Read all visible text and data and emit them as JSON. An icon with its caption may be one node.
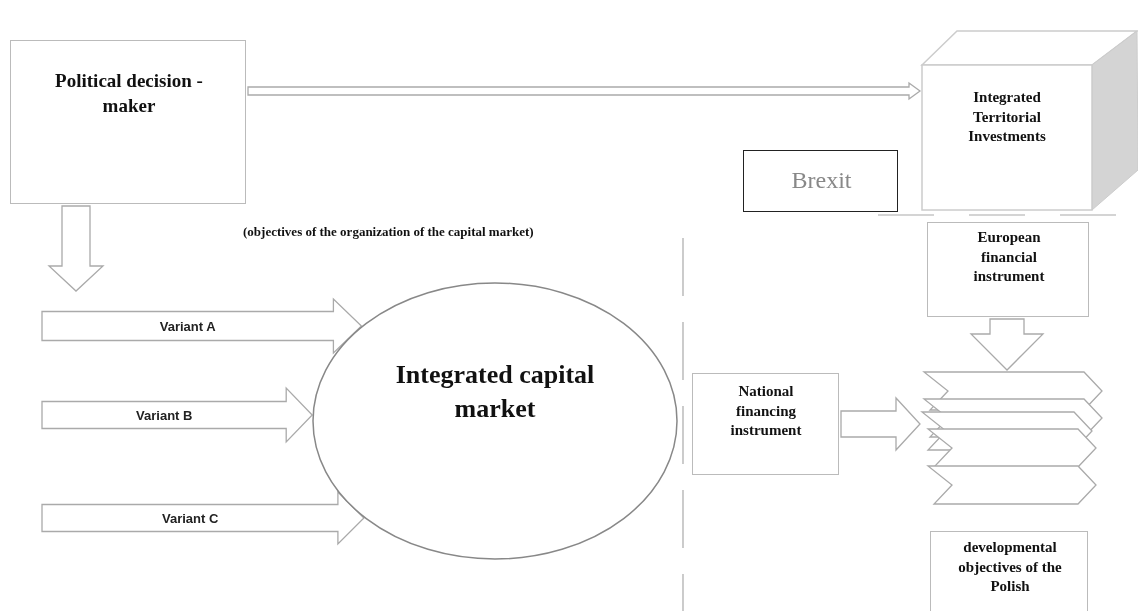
{
  "diagram": {
    "nodes": [
      {
        "text": [
          "Political decision - maker"
        ]
      },
      {
        "text": [
          "Integrated Territorial Investments"
        ]
      },
      {
        "text": [
          "Brexit"
        ]
      },
      {
        "text": [
          "European financial instrument"
        ]
      },
      {
        "text": [
          "Integrated capital market"
        ]
      },
      {
        "text": [
          "National financing instrument"
        ]
      },
      {
        "text": [],
        "shape": "chevron"
      },
      {
        "text": [
          "developmental objectives of the Polish"
        ]
      }
    ],
    "edges": [
      {
        "from": 0,
        "to": 1,
        "arrow": "to"
      },
      {
        "from": 0,
        "to": null,
        "arrow": "to"
      },
      {
        "from": null,
        "to": 4,
        "arrow": "to",
        "label": "Variant A"
      },
      {
        "from": null,
        "to": 4,
        "arrow": "to",
        "label": "Variant B"
      },
      {
        "from": null,
        "to": 4,
        "arrow": "to",
        "label": "Variant C"
      },
      {
        "from": 5,
        "to": 6,
        "arrow": "to"
      },
      {
        "from": 3,
        "to": 6,
        "arrow": "to"
      }
    ],
    "labels": [
      "(objectives of the organization of the capital market)"
    ]
  }
}
